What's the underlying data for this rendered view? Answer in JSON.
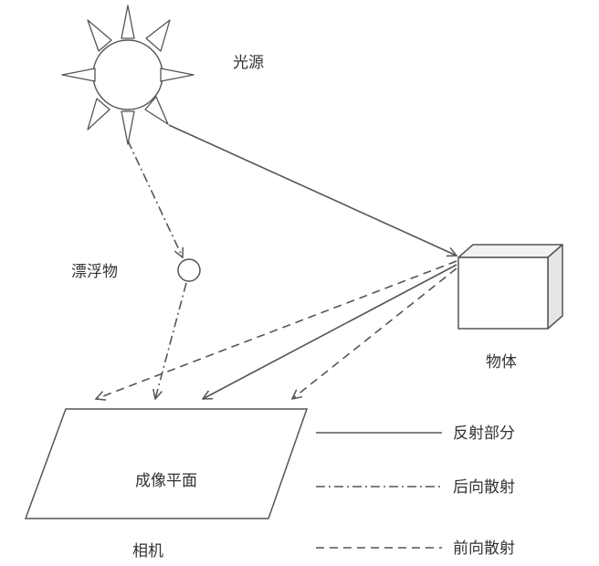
{
  "labels": {
    "light_source": "光源",
    "floater": "漂浮物",
    "object": "物体",
    "image_plane": "成像平面",
    "camera": "相机"
  },
  "legend": [
    {
      "style": "solid",
      "label": "反射部分"
    },
    {
      "style": "dash-dot",
      "label": "后向散射"
    },
    {
      "style": "dashed",
      "label": "前向散射"
    }
  ],
  "colors": {
    "stroke": "#555555",
    "text": "#333333",
    "box_top": "#f2f2f2",
    "box_side": "#e6e6e6"
  }
}
